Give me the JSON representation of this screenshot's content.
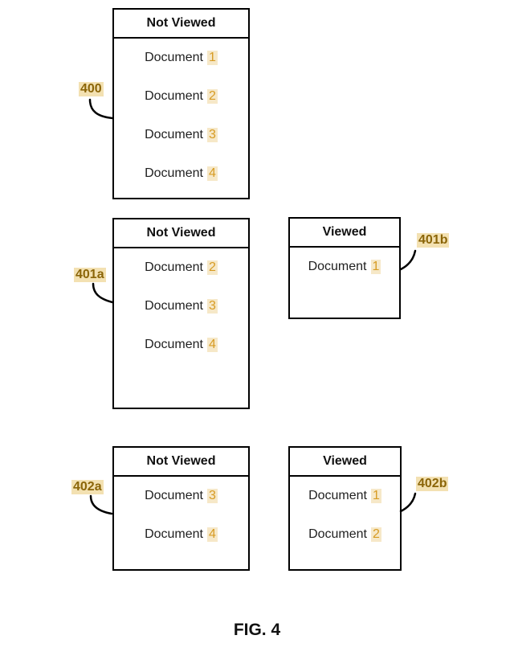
{
  "caption": "FIG. 4",
  "colors": {
    "border": "#000000",
    "document_text": "#1f1f1f",
    "number_text": "#d79b23",
    "number_highlight": "#f6e8c8",
    "ref_label_text": "#8b6508",
    "ref_label_highlight": "#f3e1b2"
  },
  "panels": [
    {
      "ref": "400",
      "title": "Not Viewed",
      "items": [
        {
          "text": "Document",
          "num": "1"
        },
        {
          "text": "Document",
          "num": "2"
        },
        {
          "text": "Document",
          "num": "3"
        },
        {
          "text": "Document",
          "num": "4"
        }
      ]
    },
    {
      "ref": "401a",
      "title": "Not Viewed",
      "items": [
        {
          "text": "Document",
          "num": "2"
        },
        {
          "text": "Document",
          "num": "3"
        },
        {
          "text": "Document",
          "num": "4"
        }
      ]
    },
    {
      "ref": "401b",
      "title": "Viewed",
      "items": [
        {
          "text": "Document",
          "num": "1"
        }
      ]
    },
    {
      "ref": "402a",
      "title": "Not Viewed",
      "items": [
        {
          "text": "Document",
          "num": "3"
        },
        {
          "text": "Document",
          "num": "4"
        }
      ]
    },
    {
      "ref": "402b",
      "title": "Viewed",
      "items": [
        {
          "text": "Document",
          "num": "1"
        },
        {
          "text": "Document",
          "num": "2"
        }
      ]
    }
  ]
}
